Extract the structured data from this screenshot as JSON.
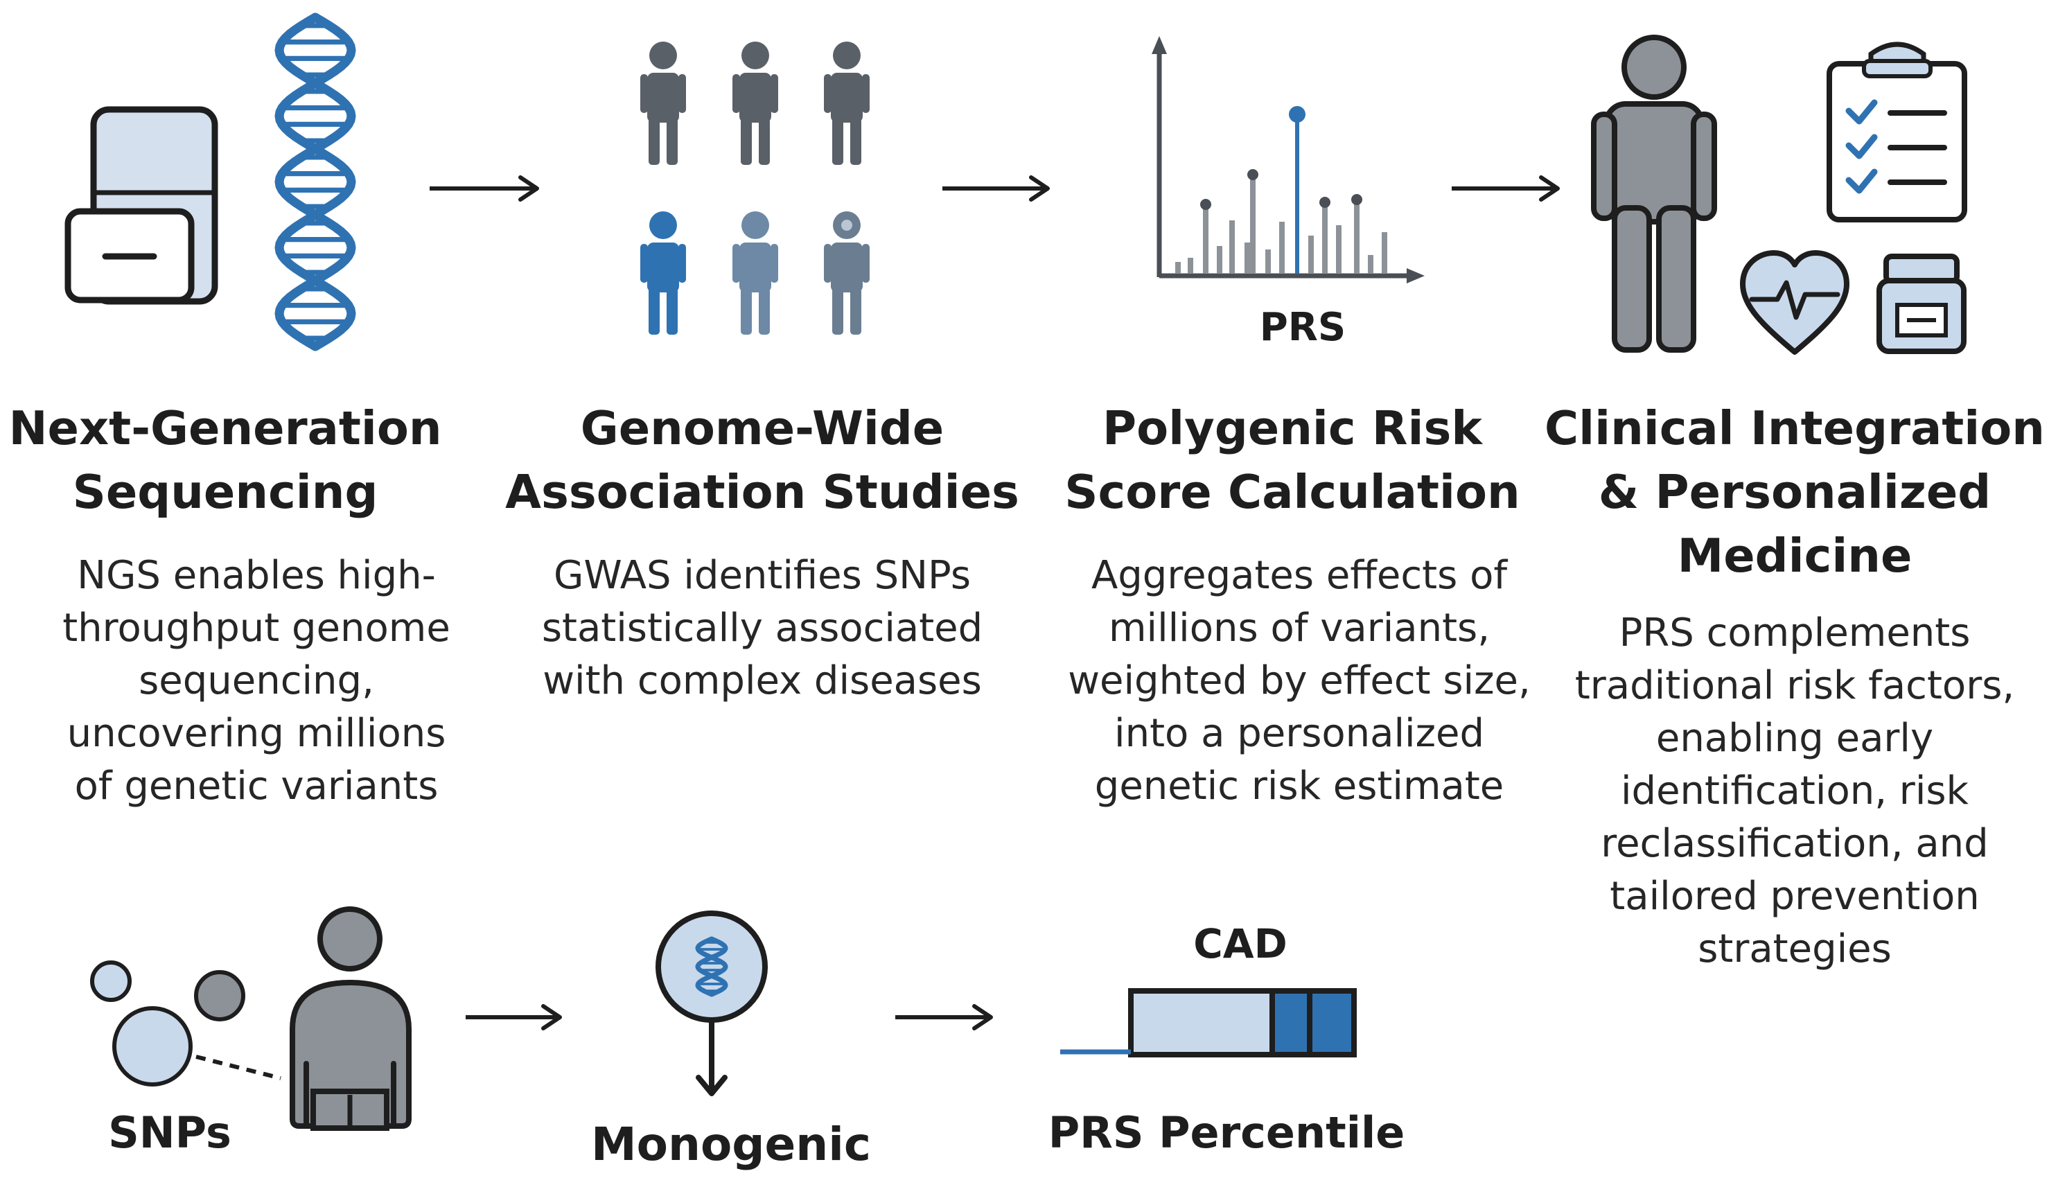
{
  "steps": [
    {
      "id": "ngs",
      "title": [
        "Next-Generation",
        "Sequencing"
      ],
      "description": [
        "NGS enables high-",
        "throughput genome",
        "sequencing,",
        "uncovering millions",
        "of genetic variants"
      ]
    },
    {
      "id": "gwas",
      "title": [
        "Genome-Wide",
        "Association Studies"
      ],
      "description": [
        "GWAS identifies SNPs",
        "statistically associated",
        "with complex diseases"
      ]
    },
    {
      "id": "prs",
      "title": [
        "Polygenic Risk",
        "Score Calculation"
      ],
      "description": [
        "Aggregates effects of",
        "millions of variants,",
        "weighted by effect size,",
        "into a personalized",
        "genetic risk estimate"
      ]
    },
    {
      "id": "clinical",
      "title": [
        "Clinical Integration",
        "& Personalized",
        "Medicine"
      ],
      "description": [
        "PRS complements",
        "traditional risk factors,",
        "enabling early",
        "identification, risk",
        "reclassification, and",
        "tailored prevention",
        "strategies"
      ]
    }
  ],
  "prs_chart_label": "PRS",
  "bottom": {
    "snps_label": "SNPs",
    "monogenic_label": "Monogenic",
    "cad_label": "CAD",
    "prs_percentile_label": "PRS Percentile"
  },
  "colors": {
    "accent_blue": "#2f72b2",
    "dark_gray": "#5a6068",
    "mid_gray": "#8d9298",
    "light_blue": "#c9d9ec",
    "outline": "#1e1e1e"
  },
  "icons": [
    "sequencer-icon",
    "dna-helix-icon",
    "population-icon",
    "prs-chart-icon",
    "patient-icon",
    "clipboard-checklist-icon",
    "heart-pulse-icon",
    "medication-jar-icon",
    "snp-person-icon",
    "dna-magnifier-icon",
    "cad-percentile-bar-icon"
  ]
}
